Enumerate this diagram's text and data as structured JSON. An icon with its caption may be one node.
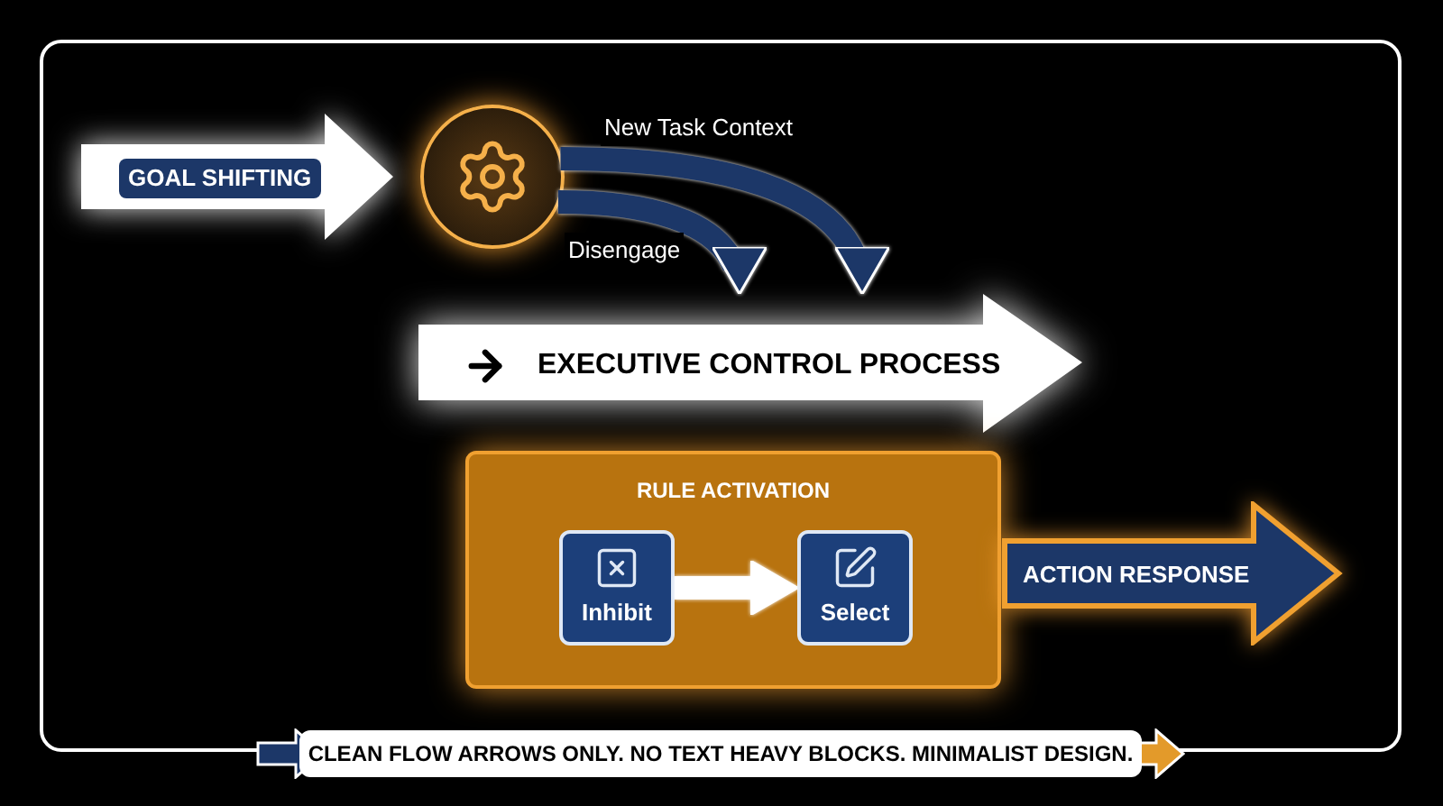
{
  "diagram": {
    "nodes": [
      {
        "text": [
          "GOAL SHIFTING"
        ]
      },
      {
        "text": [],
        "shape": "circle"
      },
      {
        "text": [
          "EXECUTIVE CONTROL PROCESS"
        ]
      },
      {
        "text": [
          "RULE ACTIVATION"
        ]
      },
      {
        "text": [
          "Inhibit"
        ],
        "in": 3
      },
      {
        "text": [
          "Select"
        ],
        "in": 3
      },
      {
        "text": [
          "ACTION RESPONSE"
        ]
      },
      {
        "text": [
          "CLEAN FLOW ARROWS ONLY. NO TEXT HEAVY BLOCKS. MINIMALIST DESIGN."
        ]
      }
    ],
    "edges": [
      {
        "from": 1,
        "to": 2,
        "arrow": "to",
        "label": "Disengage"
      },
      {
        "from": 1,
        "to": 2,
        "arrow": "to",
        "label": "New Task Context"
      },
      {
        "from": 4,
        "to": 5,
        "arrow": "to",
        "color": "#ffffff"
      }
    ]
  }
}
